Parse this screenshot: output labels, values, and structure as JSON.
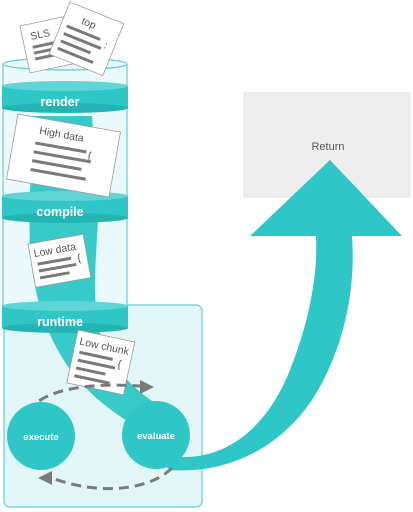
{
  "colors": {
    "teal": "#2ec6c6",
    "teal_dark": "#23b4b4",
    "tube_fill": "#dff5f7",
    "tube_stroke": "#5fcfd3",
    "return_box": "#eeeeee",
    "arrow_gray": "#7a7a7a"
  },
  "stages": {
    "render": "render",
    "compile": "compile",
    "runtime": "runtime"
  },
  "cards": {
    "sls": "SLS",
    "top": "top",
    "top_mark": ":",
    "high_data": "High data",
    "low_data": "Low data",
    "low_chunk": "Low chunk",
    "brace": "{"
  },
  "nodes": {
    "execute": "execute",
    "evaluate": "evaluate"
  },
  "return_box": {
    "label": "Return"
  }
}
